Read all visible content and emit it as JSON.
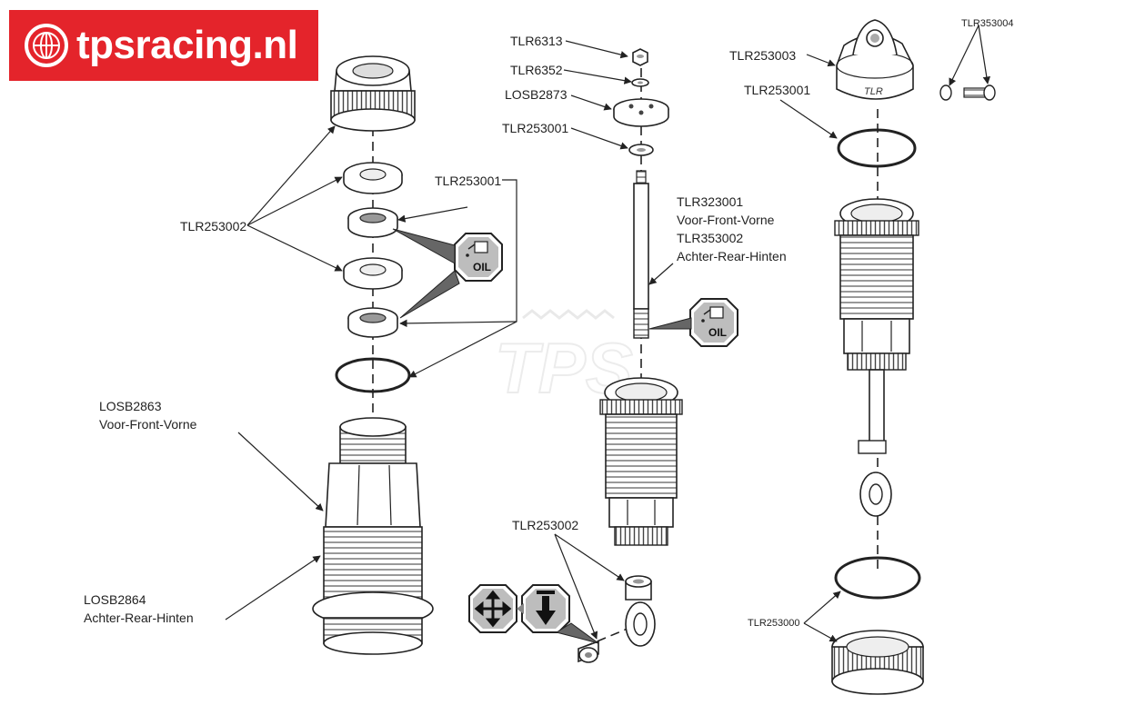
{
  "brand": {
    "name": "tpsracing.nl",
    "color": "#e4242b"
  },
  "watermark": {
    "text": "TPS"
  },
  "oil_badge": {
    "text": "OIL"
  },
  "labels": {
    "tlr6313": "TLR6313",
    "tlr6352": "TLR6352",
    "losb2873": "LOSB2873",
    "tlr253001_mid": "TLR253001",
    "tlr323001": "TLR323001",
    "voor_front_1": "Voor-Front-Vorne",
    "tlr353002": "TLR353002",
    "achter_rear_1": "Achter-Rear-Hinten",
    "tlr253002_mid": "TLR253002",
    "tlr253003": "TLR253003",
    "tlr353004": "TLR353004",
    "tlr253001_right": "TLR253001",
    "tlr253000": "TLR253000",
    "tlr253002_left": "TLR253002",
    "tlr253001_left": "TLR253001",
    "losb2863": "LOSB2863",
    "voor_front_2": "Voor-Front-Vorne",
    "losb2864": "LOSB2864",
    "achter_rear_2": "Achter-Rear-Hinten"
  },
  "icons": [
    "globe-icon",
    "oil-bottle-icon",
    "move-arrows-icon",
    "press-down-icon"
  ]
}
